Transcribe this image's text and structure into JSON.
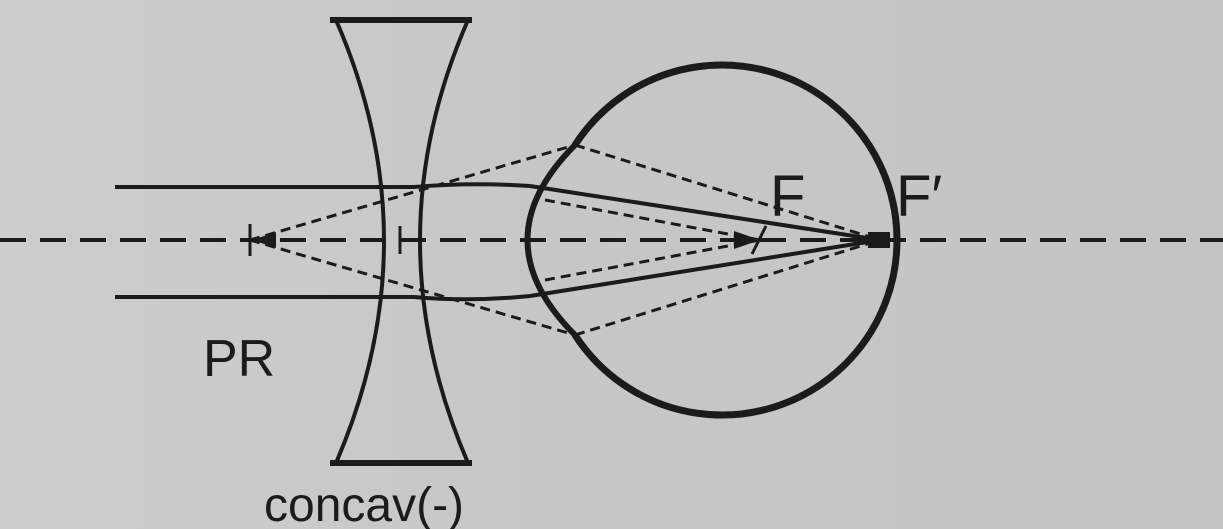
{
  "labels": {
    "far_point": "PR",
    "focus_corrected": "F",
    "focus_uncorrected": "F′",
    "lens_caption": "concav(-)"
  }
}
